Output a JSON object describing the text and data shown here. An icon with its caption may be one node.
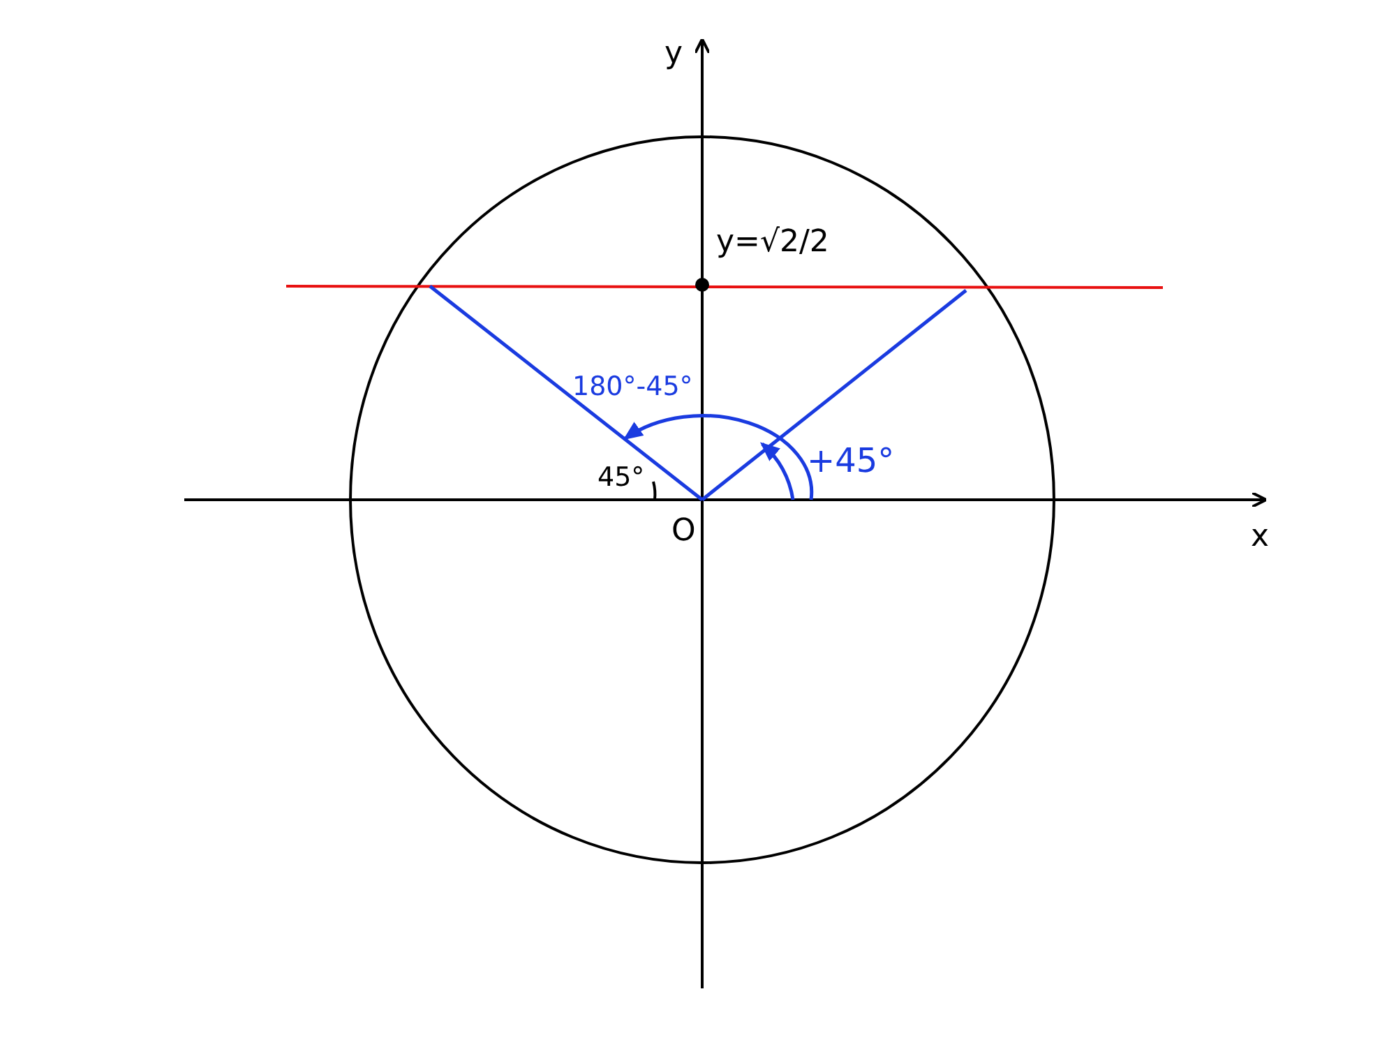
{
  "diagram": {
    "labels": [
      "y",
      "y=√2/2",
      "180°-45°",
      "+45°",
      "45°",
      "x",
      "O"
    ]
  }
}
